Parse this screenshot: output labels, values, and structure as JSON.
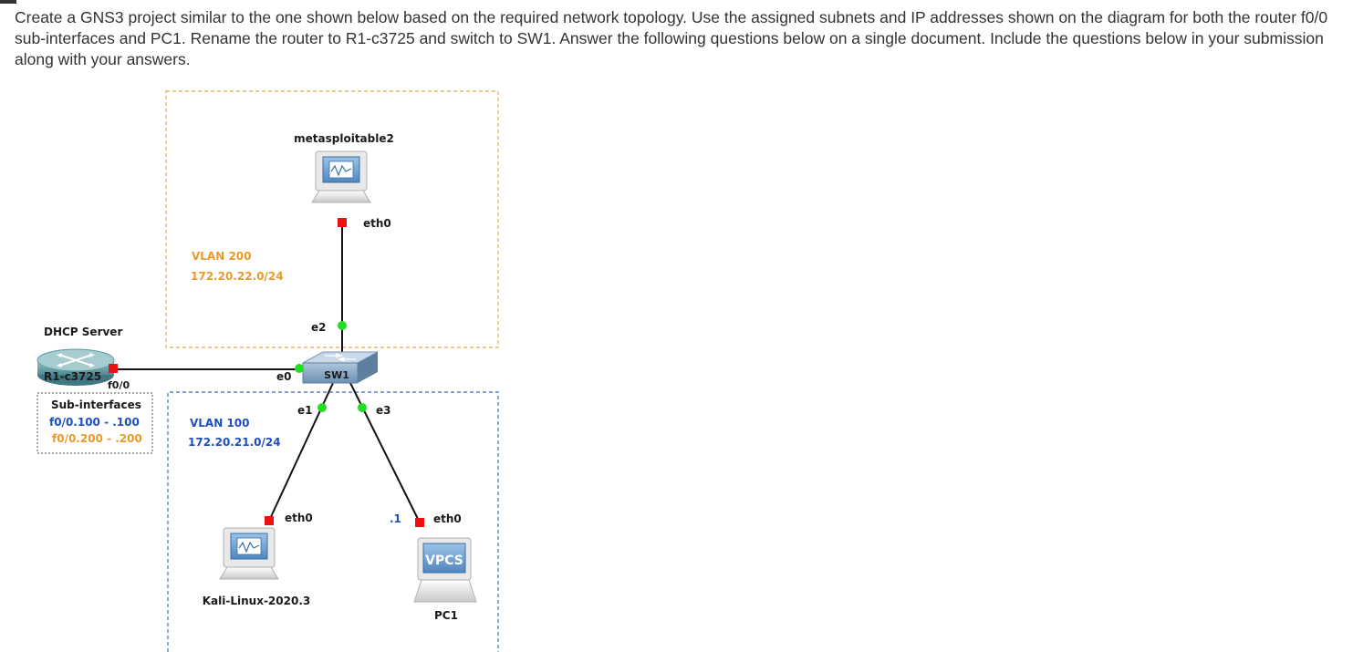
{
  "instructions": "Create a GNS3 project similar to the one shown below based on the required network topology.  Use the assigned subnets and IP addresses shown on the diagram for both the router f0/0 sub-interfaces and PC1.  Rename the router to R1-c3725 and switch to SW1.  Answer the following questions below on a single document.  Include the questions below in your submission along with your answers.",
  "colors": {
    "vlan200": "#e89a2a",
    "vlan100": "#1f4fbf",
    "port_down": "#ee1111",
    "port_up": "#22dd22",
    "link": "#111111"
  },
  "diagram": {
    "vlan200": {
      "name": "VLAN 200",
      "subnet": "172.20.22.0/24"
    },
    "vlan100": {
      "name": "VLAN 100",
      "subnet": "172.20.21.0/24"
    },
    "router": {
      "role": "DHCP Server",
      "name": "R1-c3725",
      "port": "f0/0",
      "subinterfaces_title": "Sub-interfaces",
      "subif_100": "f0/0.100 - .100",
      "subif_200": "f0/0.200 - .200",
      "icon": "router-icon"
    },
    "switch": {
      "name": "SW1",
      "port_e0": "e0",
      "port_e1": "e1",
      "port_e2": "e2",
      "port_e3": "e3",
      "icon": "switch-icon"
    },
    "metasploitable": {
      "name": "metasploitable2",
      "port": "eth0",
      "icon": "workstation-icon"
    },
    "kali": {
      "name": "Kali-Linux-2020.3",
      "port": "eth0",
      "icon": "workstation-icon"
    },
    "pc1": {
      "name": "PC1",
      "port": "eth0",
      "ip": ".1",
      "badge": "VPCS",
      "icon": "vpcs-icon"
    }
  }
}
